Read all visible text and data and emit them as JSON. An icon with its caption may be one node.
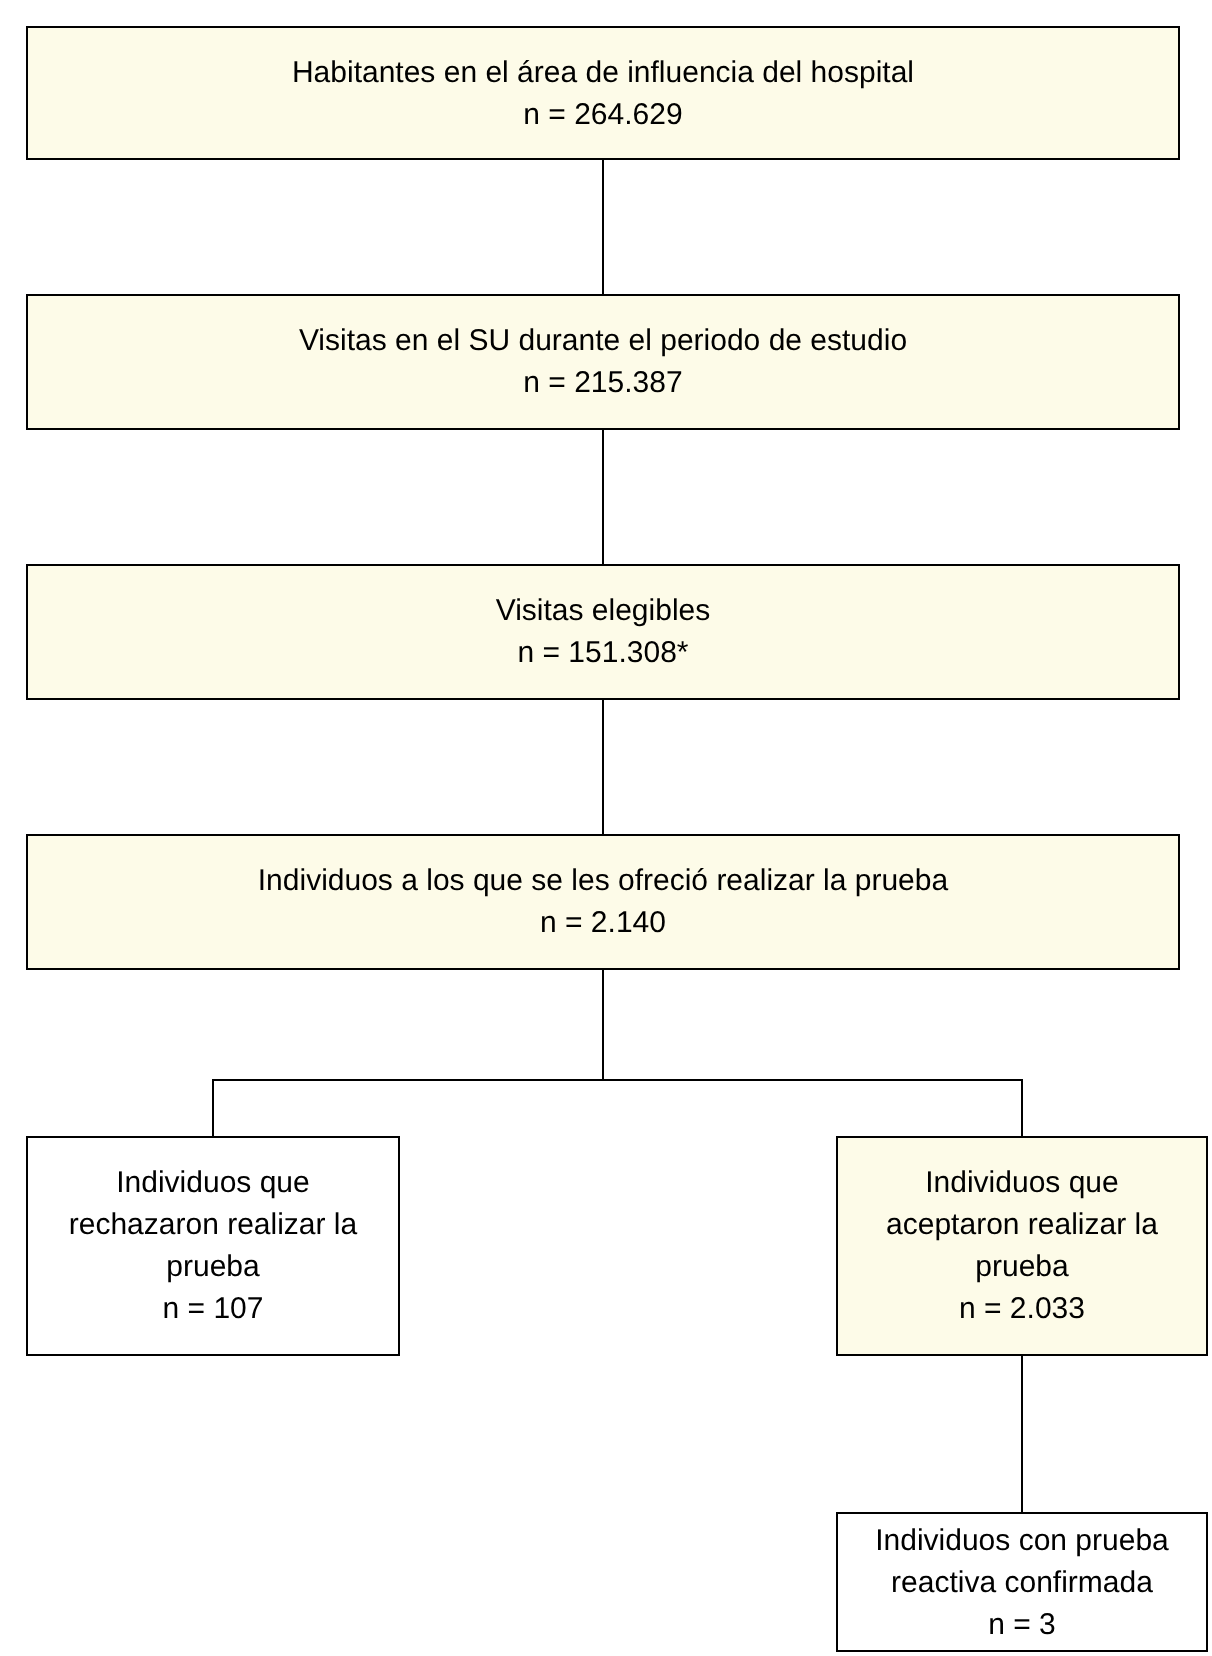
{
  "diagram": {
    "nodes": [
      {
        "text": [
          "Habitantes en el área de influencia del hospital",
          "n = 264.629"
        ]
      },
      {
        "text": [
          "Visitas en el SU durante el periodo de estudio",
          "n = 215.387"
        ]
      },
      {
        "text": [
          "Visitas elegibles",
          "n = 151.308*"
        ]
      },
      {
        "text": [
          "Individuos a los que se les ofreció realizar la prueba",
          "n = 2.140"
        ]
      },
      {
        "text": [
          "Individuos que rechazaron realizar la prueba",
          "n = 107"
        ]
      },
      {
        "text": [
          "Individuos que aceptaron realizar la prueba",
          "n = 2.033"
        ]
      },
      {
        "text": [
          "Individuos con prueba reactiva confirmada",
          "n = 3"
        ]
      }
    ],
    "edges": [
      {
        "from": 0,
        "to": 1,
        "arrow": "none"
      },
      {
        "from": 1,
        "to": 2,
        "arrow": "none"
      },
      {
        "from": 2,
        "to": 3,
        "arrow": "none"
      },
      {
        "from": 3,
        "to": 4,
        "arrow": "none"
      },
      {
        "from": 3,
        "to": 5,
        "arrow": "none"
      },
      {
        "from": 5,
        "to": 6,
        "arrow": "none"
      }
    ]
  }
}
